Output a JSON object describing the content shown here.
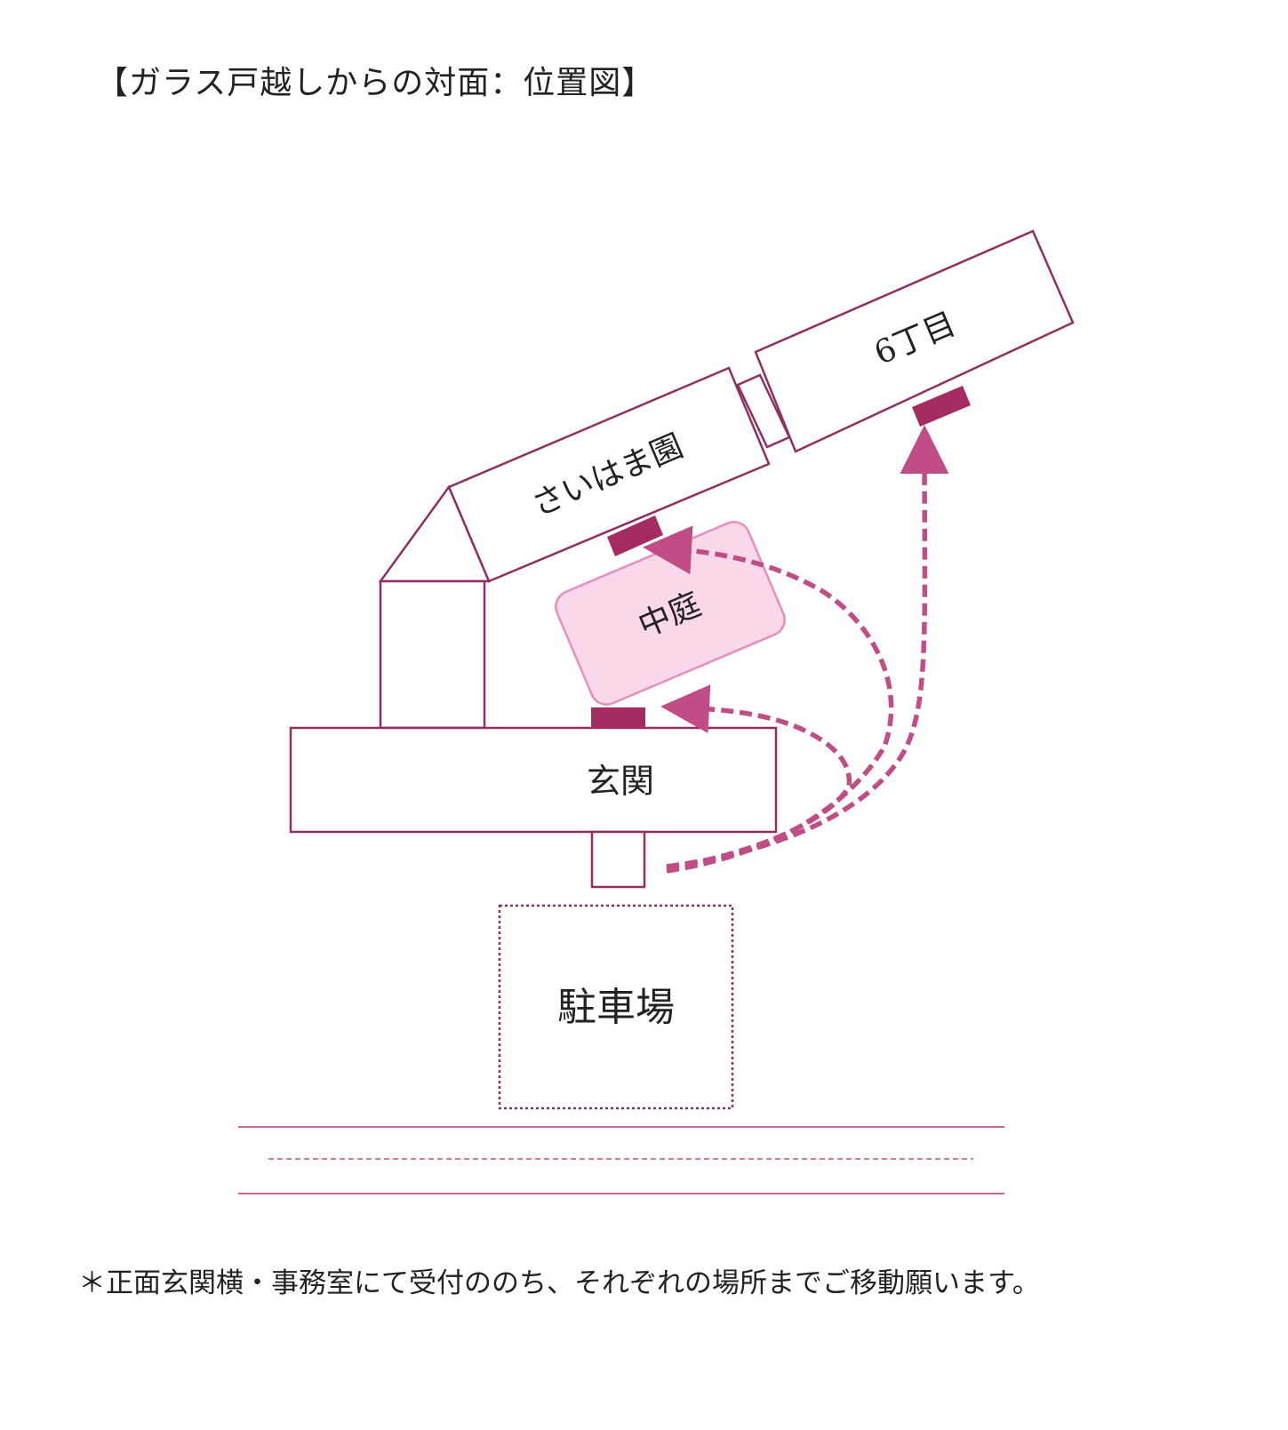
{
  "title": "【ガラス戸越しからの対面：位置図】",
  "labels": {
    "rokuchome": "6丁目",
    "saihamaen": "さいはま園",
    "nakaniwa": "中庭",
    "genkan": "玄関",
    "chushajo": "駐車場"
  },
  "note": "＊正面玄関横・事務室にて受付ののち、それぞれの場所までご移動願います。",
  "colors": {
    "outline": "#8f2f62",
    "accent": "#a52c63",
    "arrow": "#c04d85",
    "courtyard_fill": "#f9d8ea",
    "courtyard_stroke": "#e48fbd",
    "road": "#c0508a"
  }
}
